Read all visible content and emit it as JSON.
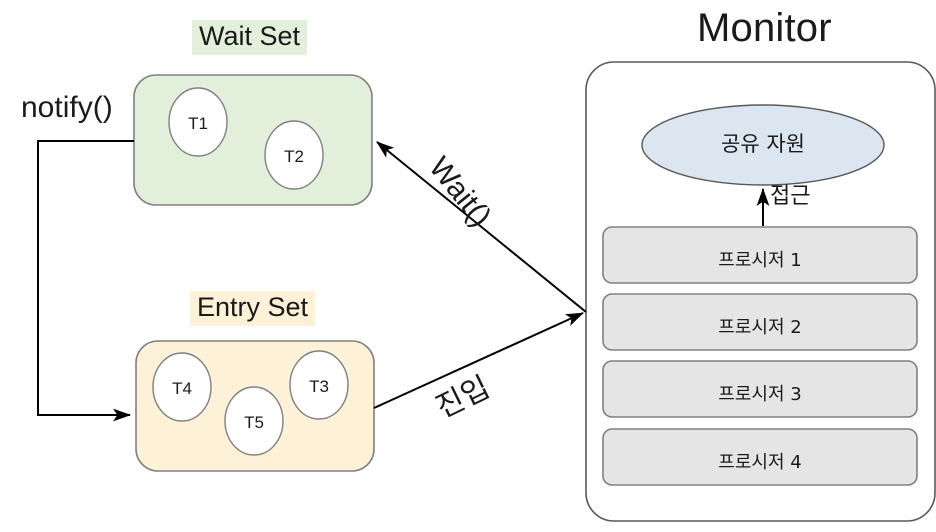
{
  "diagram": {
    "title": "Monitor",
    "wait_set": {
      "title": "Wait Set",
      "title_highlight": "#e2efda",
      "fill": "#e2efda",
      "stroke": "#808080",
      "threads": [
        {
          "label": "T1"
        },
        {
          "label": "T2"
        }
      ]
    },
    "entry_set": {
      "title": "Entry Set",
      "title_highlight": "#fdf1d8",
      "fill": "#fdf1d8",
      "stroke": "#808080",
      "threads": [
        {
          "label": "T4"
        },
        {
          "label": "T5"
        },
        {
          "label": "T3"
        }
      ]
    },
    "monitor": {
      "title": "Monitor",
      "stroke": "#595959",
      "shared_resource": {
        "label": "공유 자원",
        "fill": "#dce6f1",
        "stroke": "#595959"
      },
      "access_arrow_label": "접근",
      "procedures": [
        {
          "label": "프로시저 1"
        },
        {
          "label": "프로시저 2"
        },
        {
          "label": "프로시저 3"
        },
        {
          "label": "프로시저 4"
        }
      ],
      "procedure_fill": "#e5e5e5",
      "procedure_stroke": "#808080"
    },
    "edges": {
      "notify": "notify()",
      "wait": "Wait()",
      "enter": "진입"
    },
    "line_color": "#000000"
  }
}
